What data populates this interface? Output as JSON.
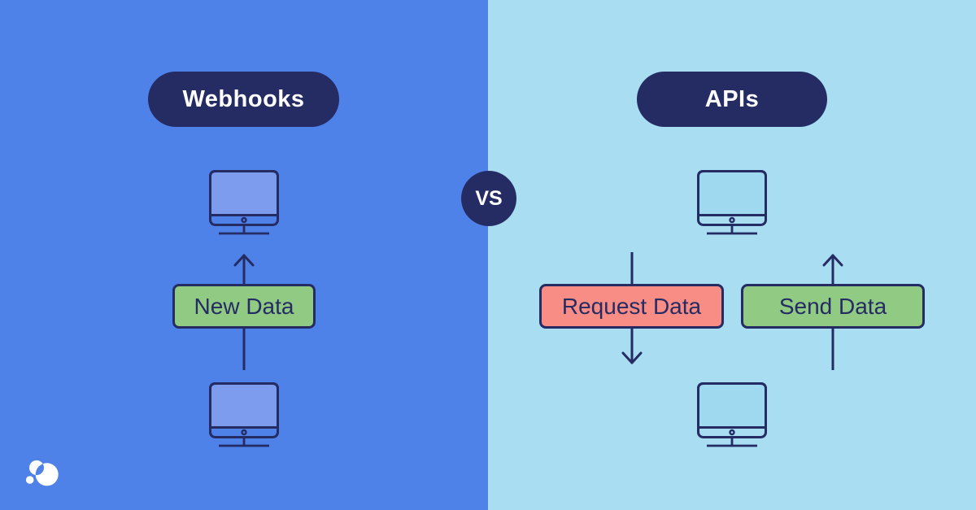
{
  "title": "Webhooks vs APIs comparison diagram",
  "colors": {
    "left_bg": "#4f82e9",
    "right_bg": "#a9def2",
    "navy": "#252b63",
    "green": "#91cb83",
    "red": "#f78d84",
    "left_screen": "#7d9cee",
    "right_screen": "#9fd9f0",
    "white": "#ffffff"
  },
  "divider": {
    "vs_label": "VS"
  },
  "left_panel": {
    "title": "Webhooks",
    "flow_label": "New Data",
    "arrow_direction": "up",
    "computers": 2
  },
  "right_panel": {
    "title": "APIs",
    "request_label": "Request Data",
    "request_arrow_direction": "down",
    "send_label": "Send Data",
    "send_arrow_direction": "up",
    "computers": 2
  }
}
